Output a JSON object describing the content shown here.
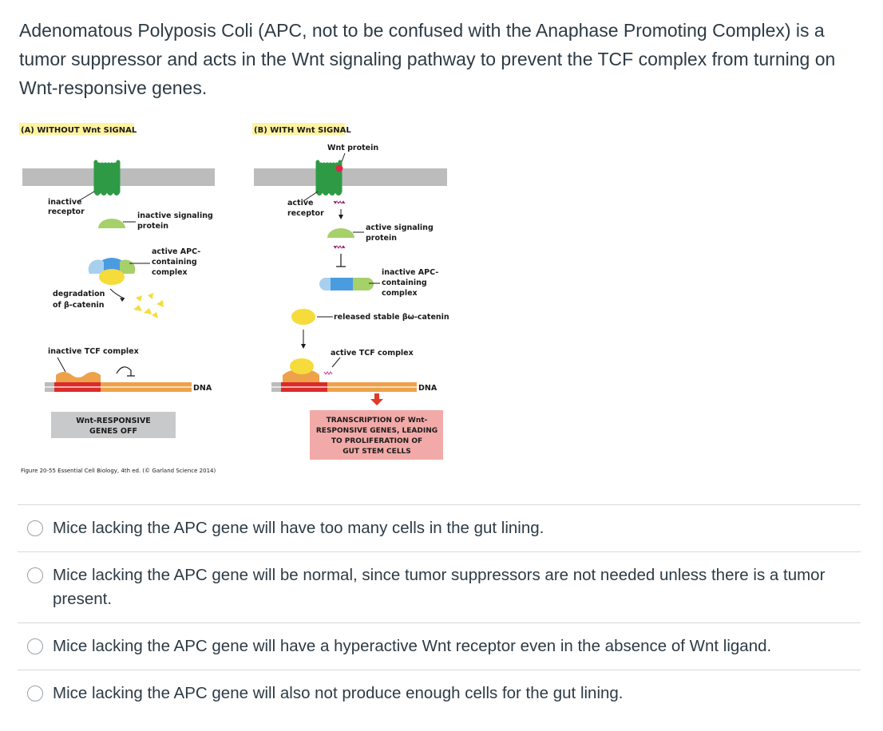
{
  "question": {
    "text": "Adenomatous Polyposis Coli (APC, not to be confused with the Anaphase Promoting Complex) is a tumor suppressor and acts in the Wnt signaling pathway to prevent the TCF complex from turning on Wnt-responsive genes."
  },
  "figure": {
    "panel_a": {
      "title": "(A) WITHOUT Wnt SIGNAL",
      "receptor_line1": "inactive",
      "receptor_line2": "receptor",
      "signal_line1": "inactive signaling",
      "signal_line2": "protein",
      "apc_line1": "active APC-",
      "apc_line2": "containing",
      "apc_line3": "complex",
      "degrad_line1": "degradation",
      "degrad_line2": "of β-catenin",
      "tcf": "inactive TCF complex",
      "dna": "DNA",
      "genes_line1": "Wnt-RESPONSIVE",
      "genes_line2": "GENES OFF"
    },
    "panel_b": {
      "title": "(B) WITH Wnt SIGNAL",
      "wnt": "Wnt protein",
      "receptor_line1": "active",
      "receptor_line2": "receptor",
      "signal_line1": "active signaling",
      "signal_line2": "protein",
      "apc_line1": "inactive APC-",
      "apc_line2": "containing",
      "apc_line3": "complex",
      "released": "released stable βω-catenin",
      "tcf": "active TCF complex",
      "dna": "DNA",
      "tx_line1": "TRANSCRIPTION OF Wnt-",
      "tx_line2": "RESPONSIVE GENES, LEADING",
      "tx_line3": "TO PROLIFERATION OF",
      "tx_line4": "GUT STEM CELLS"
    },
    "caption": "Figure 20-55 Essential Cell Biology, 4th ed. (© Garland Science 2014)"
  },
  "answers": [
    {
      "text": "Mice lacking the APC gene will have too many cells in the gut lining."
    },
    {
      "text": "Mice lacking the APC gene will be normal, since tumor suppressors are not needed unless there is a tumor present."
    },
    {
      "text": "Mice lacking the APC gene will have a hyperactive Wnt receptor even in the absence of Wnt ligand."
    },
    {
      "text": "Mice lacking the APC gene will also not produce enough cells for the gut lining."
    }
  ],
  "colors": {
    "membrane": "#bcbcbc",
    "receptor": "#2e9a45",
    "signal_protein": "#a6d06a",
    "apc_blue": "#4a9be0",
    "apc_lightblue": "#a7d0ef",
    "beta_catenin": "#f5dc3a",
    "tcf": "#eda24a",
    "dna_red": "#dc2a2a",
    "title_highlight": "#fff3a0",
    "genes_off_box": "#c8c9cb",
    "transcription_box": "#f2aaa8",
    "arrow_red": "#e03a2a",
    "wnt_dot": "#e0254a"
  }
}
